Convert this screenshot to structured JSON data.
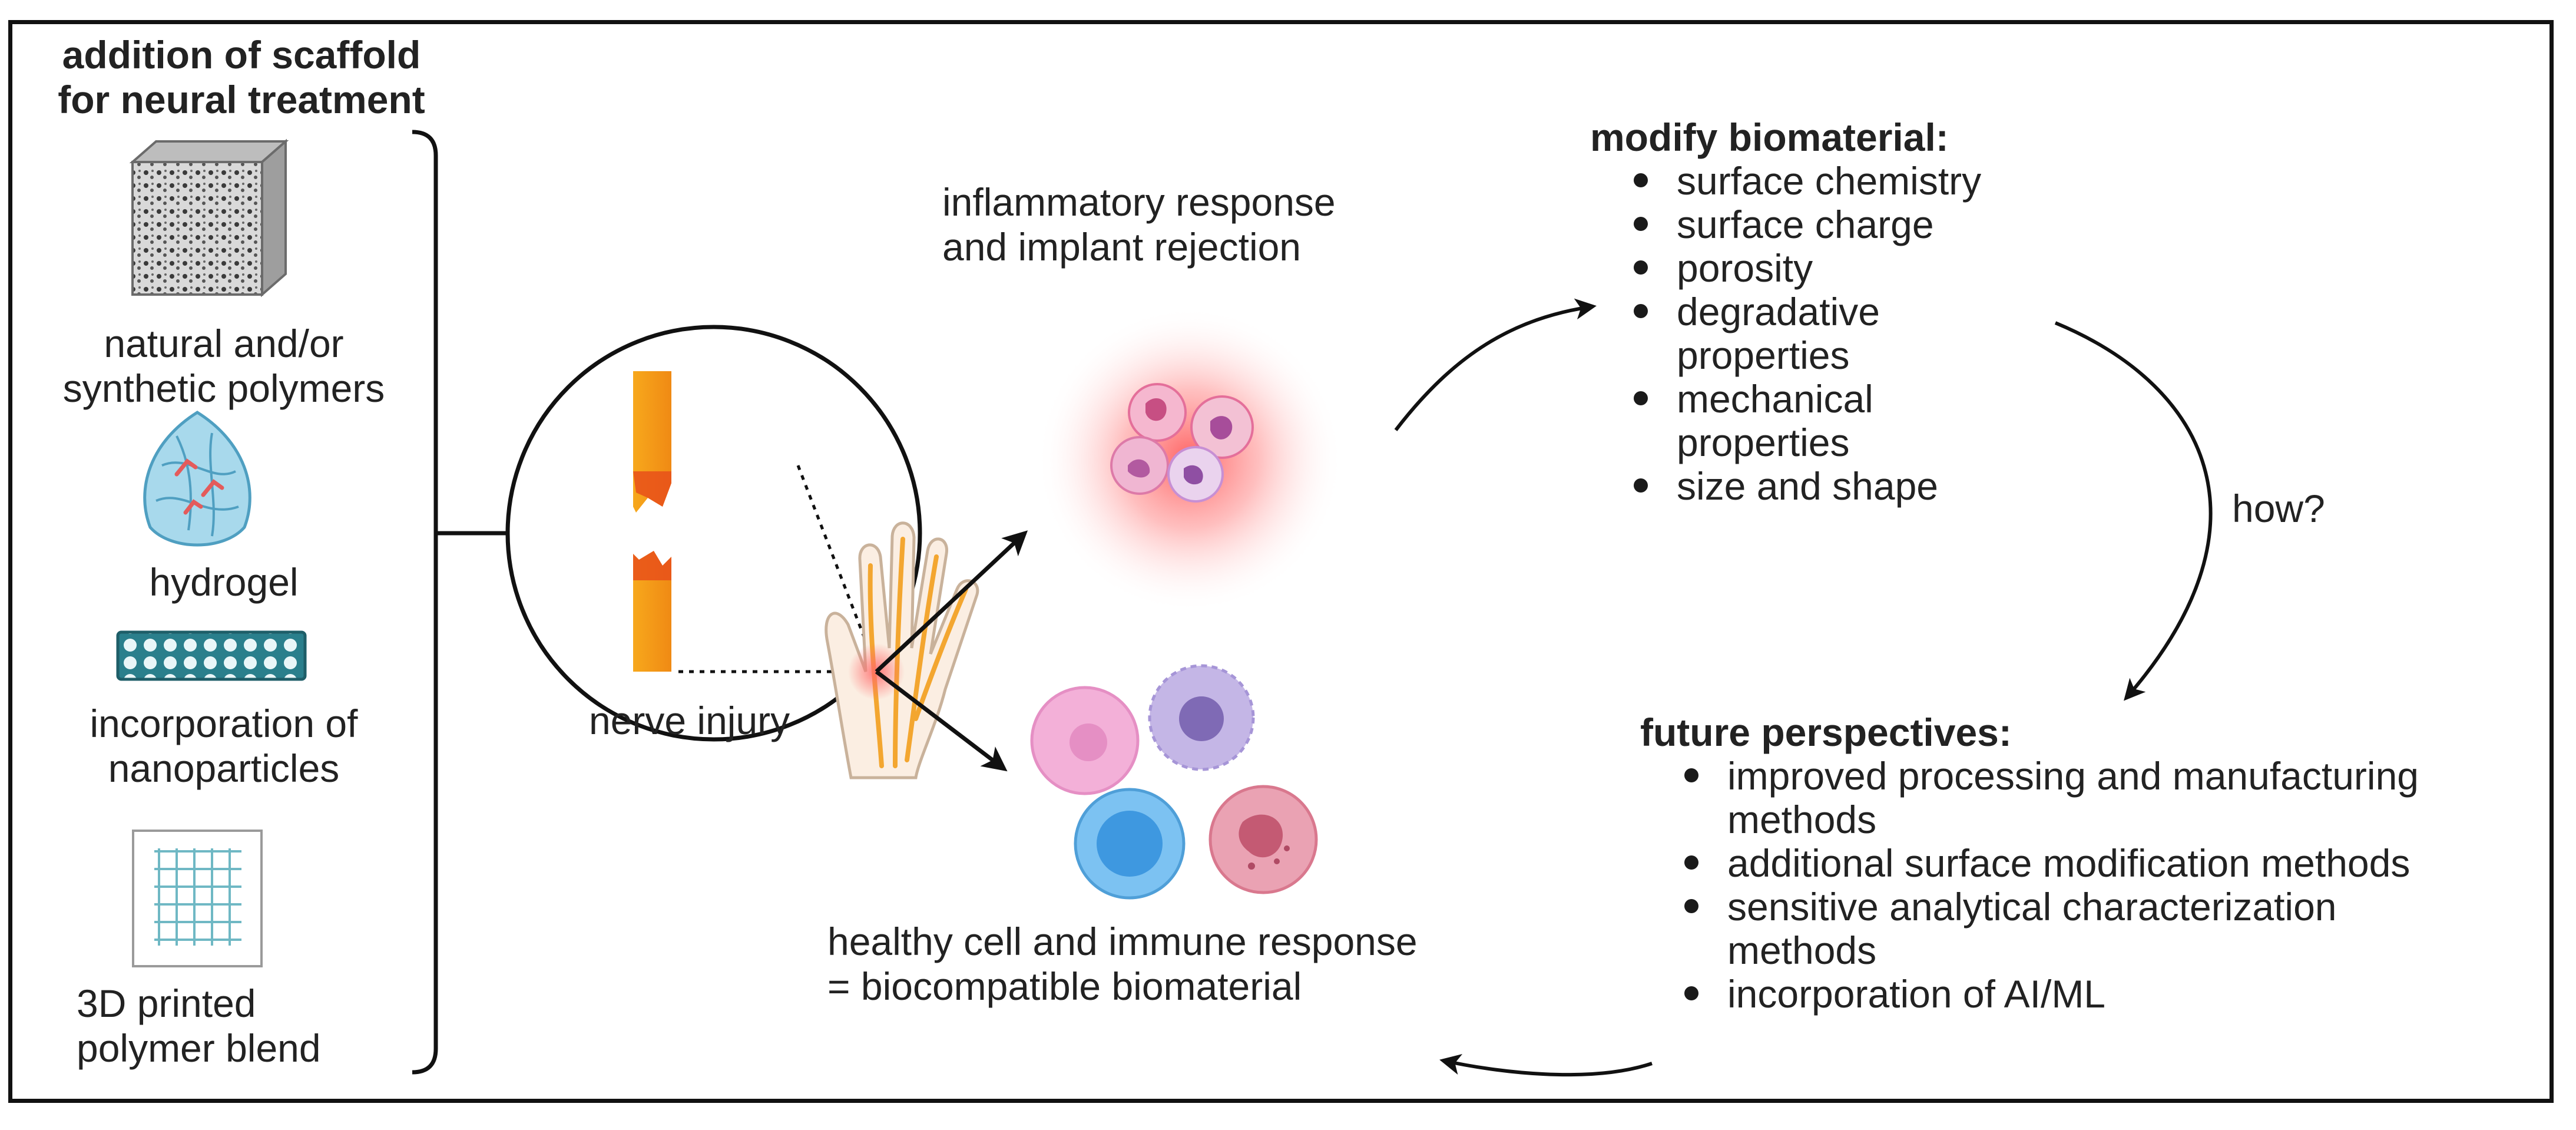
{
  "scaffold": {
    "title_line1": "addition of scaffold",
    "title_line2": "for neural treatment",
    "items": [
      {
        "label_line1": "natural and/or",
        "label_line2": "synthetic polymers",
        "icon": "porous-cube-icon"
      },
      {
        "label_line1": "hydrogel",
        "label_line2": "",
        "icon": "hydrogel-dome-icon"
      },
      {
        "label_line1": "incorporation of",
        "label_line2": "nanoparticles",
        "icon": "nanotube-icon"
      },
      {
        "label_line1": "3D printed",
        "label_line2": "polymer blend",
        "icon": "printed-grid-icon"
      }
    ]
  },
  "injury": {
    "label": "nerve injury",
    "icon": "severed-nerve-icon",
    "hand_icon": "hand-nerve-icon"
  },
  "inflammatory": {
    "label_line1": "inflammatory response",
    "label_line2": "and implant rejection",
    "icon": "inflamed-cells-icon"
  },
  "healthy": {
    "label_line1": "healthy cell and immune response",
    "label_line2": "= biocompatible biomaterial",
    "icon": "immune-cells-icon"
  },
  "modify": {
    "title": "modify biomaterial:",
    "items": [
      {
        "line1": "surface chemistry",
        "line2": ""
      },
      {
        "line1": "surface charge",
        "line2": ""
      },
      {
        "line1": "porosity",
        "line2": ""
      },
      {
        "line1": "degradative",
        "line2": "properties"
      },
      {
        "line1": "mechanical",
        "line2": "properties"
      },
      {
        "line1": "size and shape",
        "line2": ""
      }
    ]
  },
  "how_label": "how?",
  "future": {
    "title": "future perspectives:",
    "items": [
      {
        "line1": "improved processing and manufacturing",
        "line2": "methods"
      },
      {
        "line1": "additional surface modification methods",
        "line2": ""
      },
      {
        "line1": "sensitive analytical characterization",
        "line2": "methods"
      },
      {
        "line1": "incorporation of AI/ML",
        "line2": ""
      }
    ]
  },
  "colors": {
    "frame": "#111111",
    "text": "#222222",
    "nerve_orange": "#f39a1a",
    "nerve_red": "#e8501a",
    "inflammation_red": "#ff6b6b",
    "cell_pink": "#f3a6cf",
    "cell_purple": "#b9a8dc",
    "cell_blue": "#6eb8ec",
    "cell_rose": "#e897a8",
    "hydrogel_blue": "#8fcbe3",
    "nanotube_teal": "#23717e",
    "grid_teal": "#6fb8c4"
  }
}
